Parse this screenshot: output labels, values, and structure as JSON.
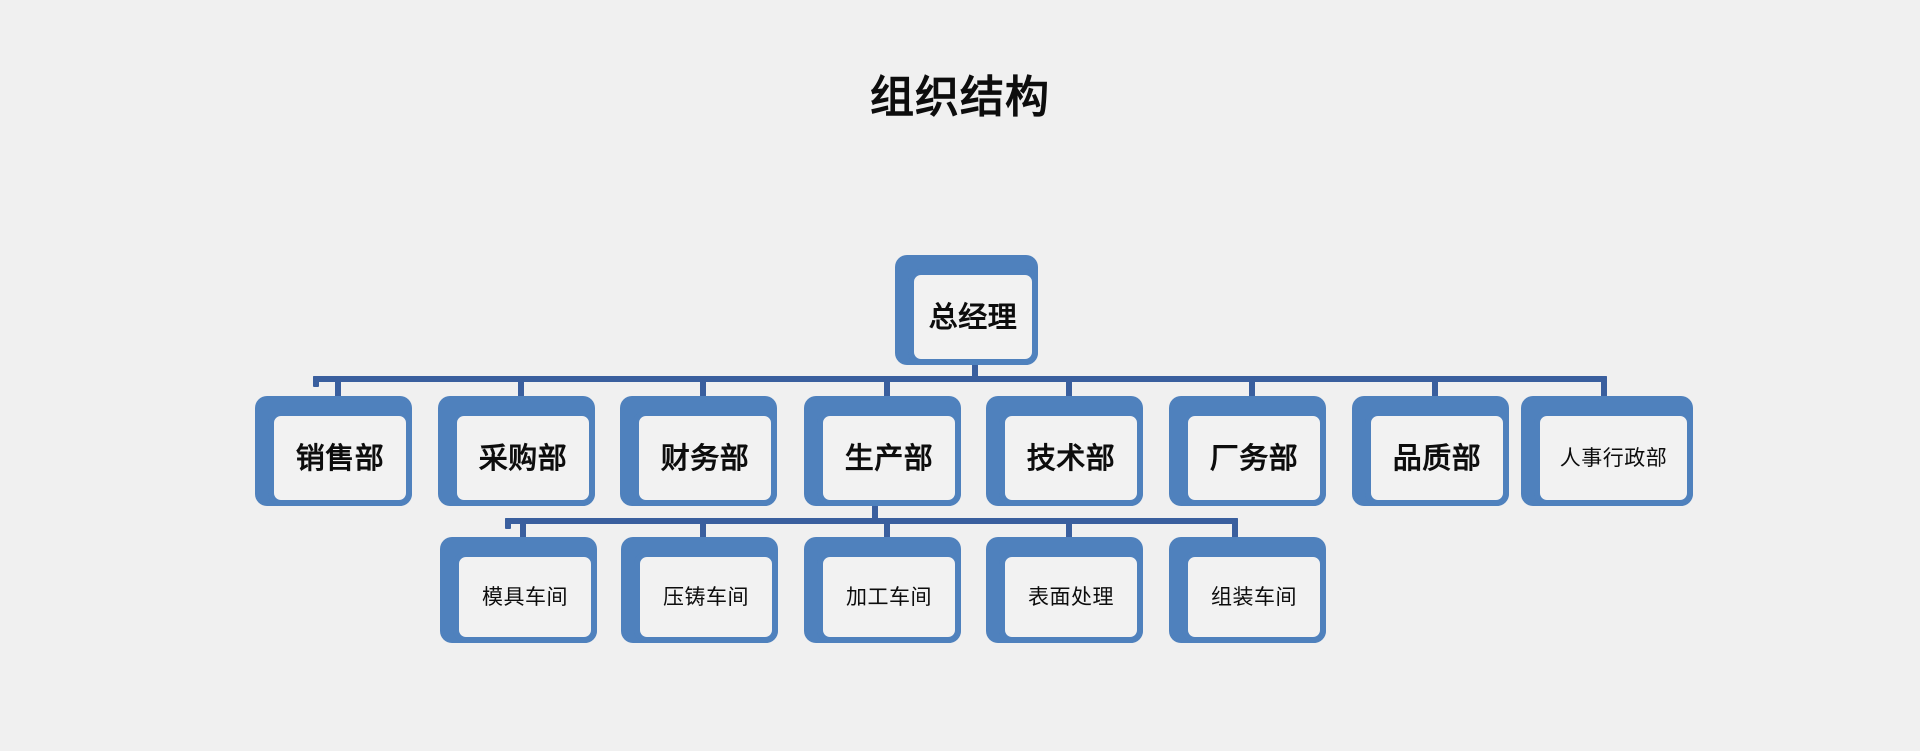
{
  "title": "组织结构",
  "colors": {
    "background": "#F0F0F0",
    "node_accent": "#4F81BD",
    "node_fill": "#F2F2F2",
    "connector": "#3A5F9E",
    "text": "#0D0D0D"
  },
  "chart_data": {
    "type": "diagram",
    "diagram_type": "organization-chart",
    "title": "组织结构",
    "orientation": "top-down",
    "levels": 3,
    "nodes": [
      {
        "id": "n0",
        "label": "总经理",
        "level": 0,
        "parent": null
      },
      {
        "id": "n1",
        "label": "销售部",
        "level": 1,
        "parent": "n0"
      },
      {
        "id": "n2",
        "label": "采购部",
        "level": 1,
        "parent": "n0"
      },
      {
        "id": "n3",
        "label": "财务部",
        "level": 1,
        "parent": "n0"
      },
      {
        "id": "n4",
        "label": "生产部",
        "level": 1,
        "parent": "n0"
      },
      {
        "id": "n5",
        "label": "技术部",
        "level": 1,
        "parent": "n0"
      },
      {
        "id": "n6",
        "label": "厂务部",
        "level": 1,
        "parent": "n0"
      },
      {
        "id": "n7",
        "label": "品质部",
        "level": 1,
        "parent": "n0"
      },
      {
        "id": "n8",
        "label": "人事行政部",
        "level": 1,
        "parent": "n0"
      },
      {
        "id": "n9",
        "label": "模具车间",
        "level": 2,
        "parent": "n4"
      },
      {
        "id": "n10",
        "label": "压铸车间",
        "level": 2,
        "parent": "n4"
      },
      {
        "id": "n11",
        "label": "加工车间",
        "level": 2,
        "parent": "n4"
      },
      {
        "id": "n12",
        "label": "表面处理",
        "level": 2,
        "parent": "n4"
      },
      {
        "id": "n13",
        "label": "组装车间",
        "level": 2,
        "parent": "n4"
      }
    ]
  },
  "root": {
    "label": "总经理"
  },
  "departments": [
    {
      "label": "销售部"
    },
    {
      "label": "采购部"
    },
    {
      "label": "财务部"
    },
    {
      "label": "生产部"
    },
    {
      "label": "技术部"
    },
    {
      "label": "厂务部"
    },
    {
      "label": "品质部"
    },
    {
      "label": "人事行政部"
    }
  ],
  "workshops": [
    {
      "label": "模具车间"
    },
    {
      "label": "压铸车间"
    },
    {
      "label": "加工车间"
    },
    {
      "label": "表面处理"
    },
    {
      "label": "组装车间"
    }
  ]
}
